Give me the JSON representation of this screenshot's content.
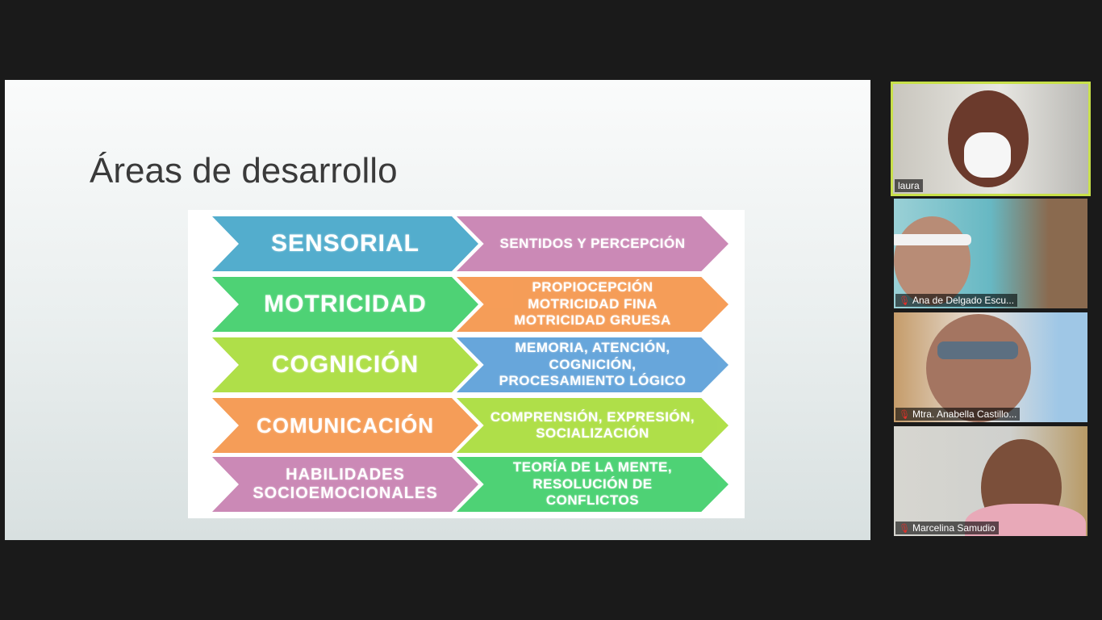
{
  "slide": {
    "title": "Áreas de desarrollo",
    "rows": [
      {
        "area": "SENSORIAL",
        "detail": "SENTIDOS Y PERCEPCIÓN",
        "area_color": "#45a7c9",
        "detail_color": "#c77fb0"
      },
      {
        "area": "MOTRICIDAD",
        "detail": "PROPIOCEPCIÓN MOTRICIDAD FINA MOTRICIDAD GRUESA",
        "area_color": "#3fcf6a",
        "detail_color": "#f5954a"
      },
      {
        "area": "COGNICIÓN",
        "detail": "MEMORIA, ATENCIÓN, COGNICIÓN, PROCESAMIENTO LÓGICO",
        "area_color": "#a9dd3a",
        "detail_color": "#5b9fd8"
      },
      {
        "area": "COMUNICACIÓN",
        "detail": "COMPRENSIÓN, EXPRESIÓN, SOCIALIZACIÓN",
        "area_color": "#f5954a",
        "detail_color": "#a9dd3a"
      },
      {
        "area": "HABILIDADES SOCIOEMOCIONALES",
        "detail": "TEORÍA DE LA MENTE, RESOLUCIÓN DE CONFLICTOS",
        "area_color": "#c77fb0",
        "detail_color": "#3fcf6a"
      }
    ]
  },
  "participants": [
    {
      "name": "laura",
      "active": true,
      "muted": false
    },
    {
      "name": "Ana  de Delgado Escu...",
      "active": false,
      "muted": true
    },
    {
      "name": "Mtra. Anabella Castillo...",
      "active": false,
      "muted": true
    },
    {
      "name": "Marcelina Samudio",
      "active": false,
      "muted": true
    }
  ],
  "icons": {
    "muted": "mic-muted-icon"
  },
  "colors": {
    "active_border": "#c8e04a",
    "muted_icon": "#e0302a"
  }
}
